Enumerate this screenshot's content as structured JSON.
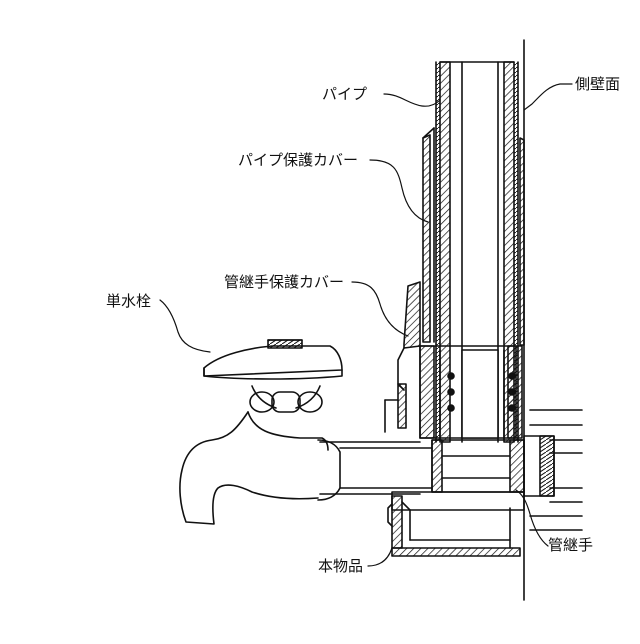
{
  "labels": {
    "pipe": "パイプ",
    "side_wall": "側壁面",
    "pipe_cover": "パイプ保護カバー",
    "joint_cover": "管継手保護カバー",
    "faucet": "単水栓",
    "joint": "管継手",
    "product": "本物品"
  },
  "colors": {
    "line": "#111111",
    "background": "#ffffff"
  }
}
